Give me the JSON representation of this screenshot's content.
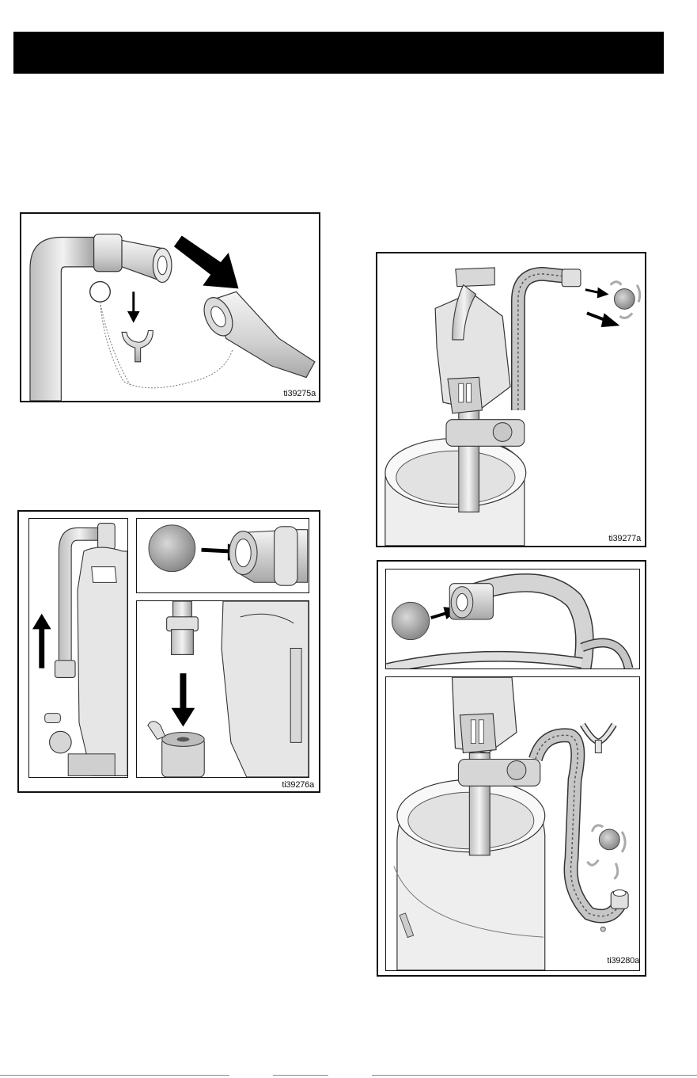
{
  "figures": [
    {
      "id": "ti39275a"
    },
    {
      "id": "ti39276a"
    },
    {
      "id": "ti39277a"
    },
    {
      "id": "ti39280a"
    }
  ]
}
